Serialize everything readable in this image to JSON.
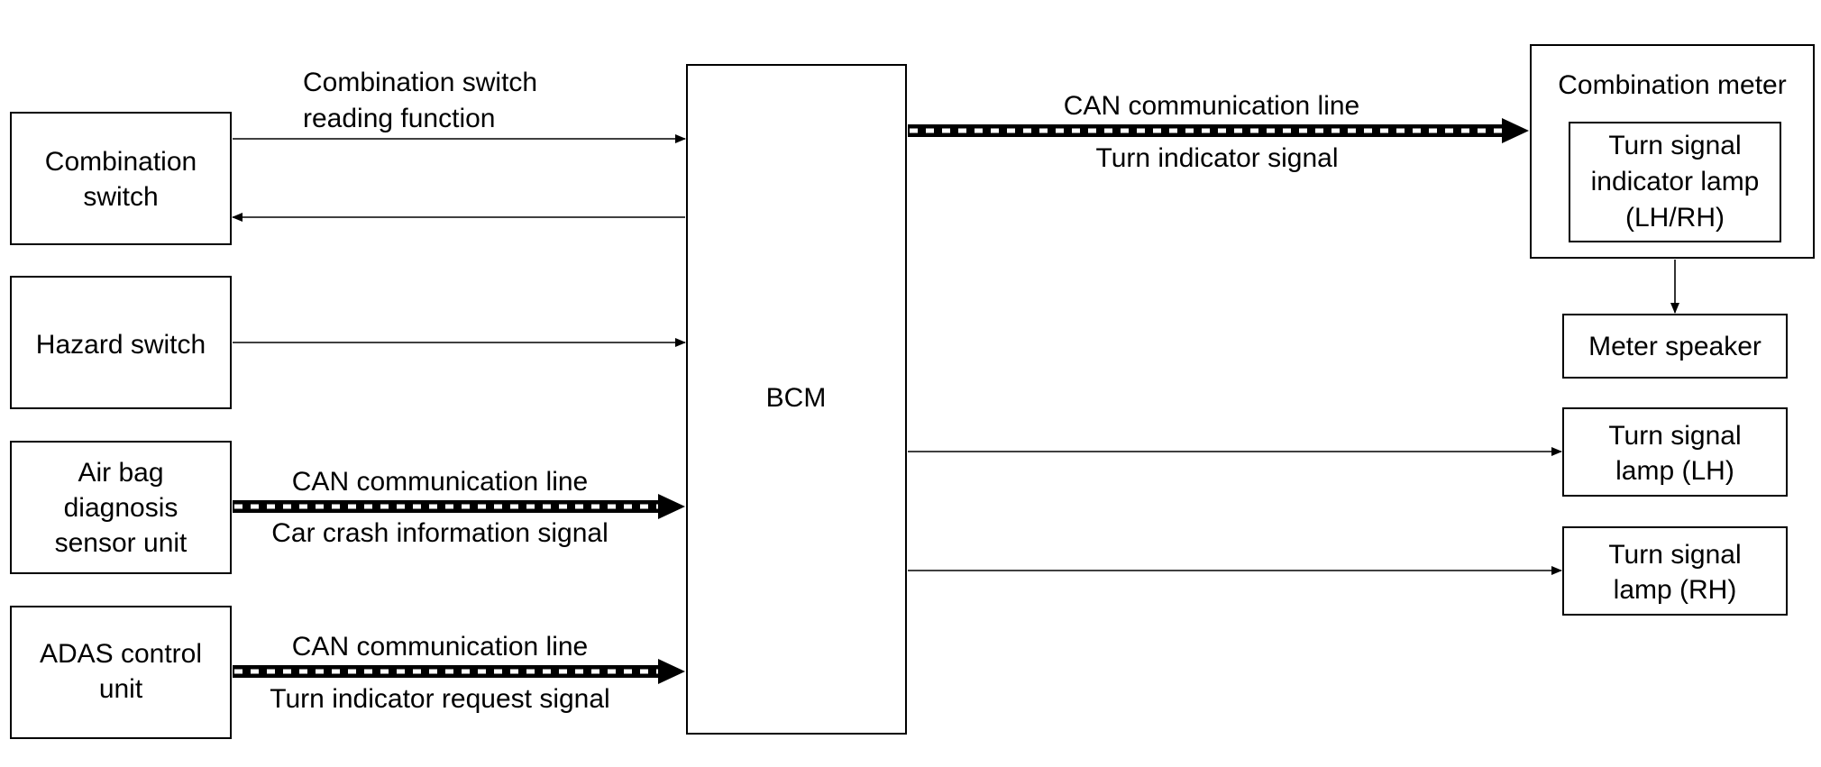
{
  "blocks": {
    "combination_switch": [
      "Combination",
      "switch"
    ],
    "hazard_switch": "Hazard switch",
    "airbag_unit": [
      "Air bag",
      "diagnosis",
      "sensor unit"
    ],
    "adas_unit": [
      "ADAS control",
      "unit"
    ],
    "bcm": "BCM",
    "combination_meter": "Combination meter",
    "turn_indicator_lamp": [
      "Turn signal",
      "indicator lamp",
      "(LH/RH)"
    ],
    "meter_speaker": "Meter speaker",
    "turn_lamp_lh": [
      "Turn signal",
      "lamp (LH)"
    ],
    "turn_lamp_rh": [
      "Turn signal",
      "lamp (RH)"
    ]
  },
  "signals": {
    "combination_switch_reading": [
      "Combination switch",
      "reading function"
    ],
    "airbag_can_line": "CAN communication line",
    "airbag_crash_signal": "Car crash information signal",
    "adas_can_line": "CAN communication line",
    "adas_request_signal": "Turn indicator request signal",
    "meter_can_line": "CAN communication line",
    "meter_turn_signal": "Turn indicator signal"
  },
  "colors": {
    "line": "#000000",
    "background": "#ffffff"
  }
}
